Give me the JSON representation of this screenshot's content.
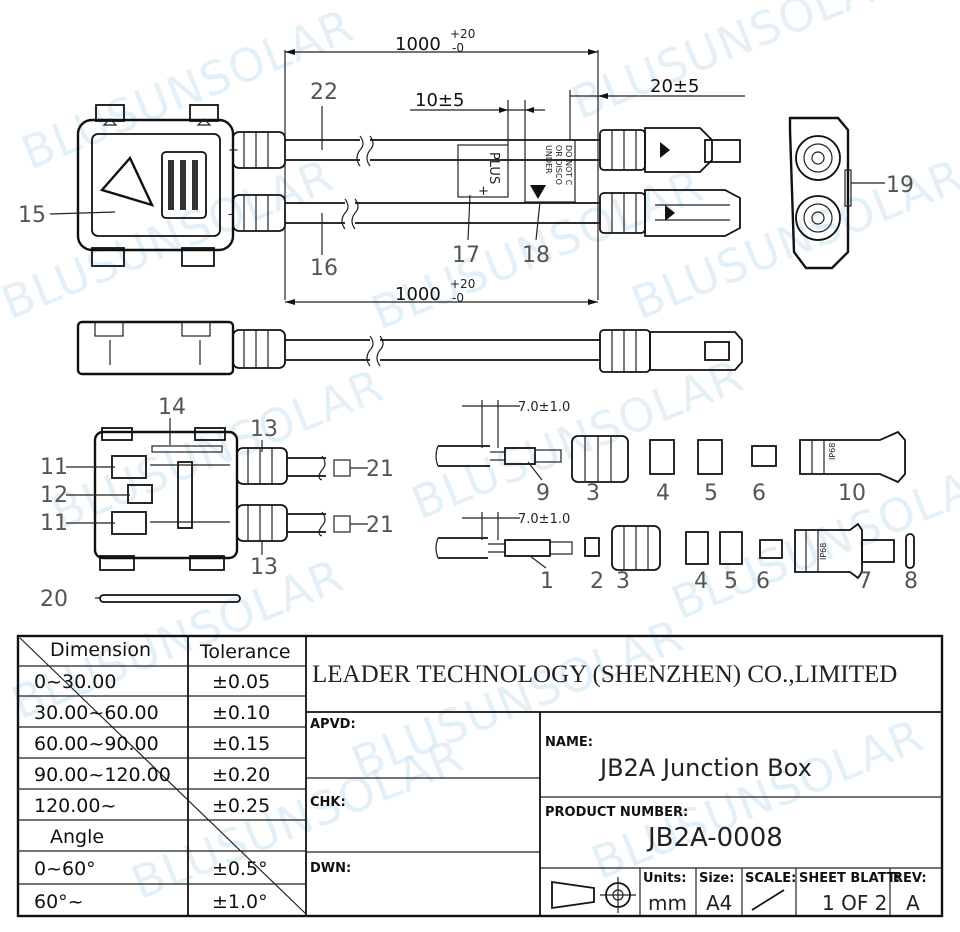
{
  "dimensions": {
    "cable_length_top": "1000",
    "cable_tol_top_plus": "+20",
    "cable_tol_top_minus": "-0",
    "cable_length_bottom": "1000",
    "cable_tol_bottom_plus": "+20",
    "cable_tol_bottom_minus": "-0",
    "label_offset": "10±5",
    "connector_offset": "20±5",
    "strip_length_top": "7.0±1.0",
    "strip_length_bottom": "7.0±1.0"
  },
  "labels": {
    "plus_label": "PLUS",
    "plus_sign": "+",
    "warning_lines": [
      "DO NOT C",
      "OR DISCO",
      "UNDER"
    ],
    "plus_symbol": "+",
    "minus_symbol": "-",
    "ip68": "IP68"
  },
  "callouts": [
    "22",
    "15",
    "17",
    "18",
    "16",
    "19",
    "14",
    "13",
    "11",
    "12",
    "11",
    "21",
    "21",
    "13",
    "20",
    "9",
    "3",
    "4",
    "5",
    "6",
    "10",
    "1",
    "2",
    "3",
    "4",
    "5",
    "6",
    "7",
    "8"
  ],
  "tolerance_table": {
    "header_dimension": "Dimension",
    "header_tolerance": "Tolerance",
    "rows": [
      {
        "range": "0~30.00",
        "tol": "±0.05"
      },
      {
        "range": "30.00~60.00",
        "tol": "±0.10"
      },
      {
        "range": "60.00~90.00",
        "tol": "±0.15"
      },
      {
        "range": "90.00~120.00",
        "tol": "±0.20"
      },
      {
        "range": "120.00~",
        "tol": "±0.25"
      }
    ],
    "angle_label": "Angle",
    "angle_rows": [
      {
        "range": "0~60°",
        "tol": "±0.5°"
      },
      {
        "range": "60°~",
        "tol": "±1.0°"
      }
    ]
  },
  "title_block": {
    "company": "LEADER TECHNOLOGY (SHENZHEN) CO.,LIMITED",
    "apvd_label": "APVD:",
    "chk_label": "CHK:",
    "dwn_label": "DWN:",
    "name_label": "NAME:",
    "name_value": "JB2A Junction Box",
    "product_label": "PRODUCT NUMBER:",
    "product_value": "JB2A-0008",
    "units_label": "Units:",
    "units_value": "mm",
    "size_label": "Size:",
    "size_value": "A4",
    "scale_label": "SCALE:",
    "sheet_label": "SHEET BLATT:",
    "sheet_value": "1 OF 2",
    "rev_label": "REV:",
    "rev_value": "A"
  },
  "watermark": "BLUSUNSOLAR",
  "colors": {
    "line": "#111111",
    "watermark": "#cfe4f2"
  }
}
